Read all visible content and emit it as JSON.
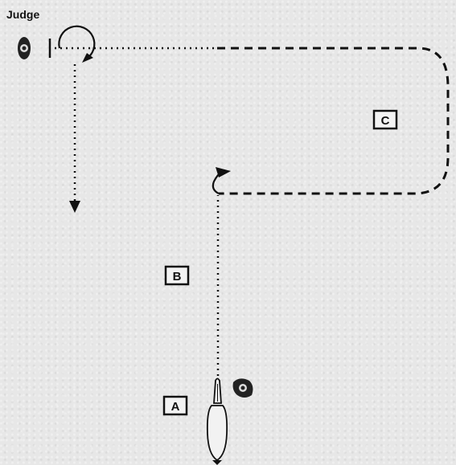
{
  "judge": {
    "label": "Judge"
  },
  "markers": {
    "a": "A",
    "b": "B",
    "c": "C"
  },
  "colors": {
    "ink": "#111111",
    "background": "#e7e7e7"
  }
}
